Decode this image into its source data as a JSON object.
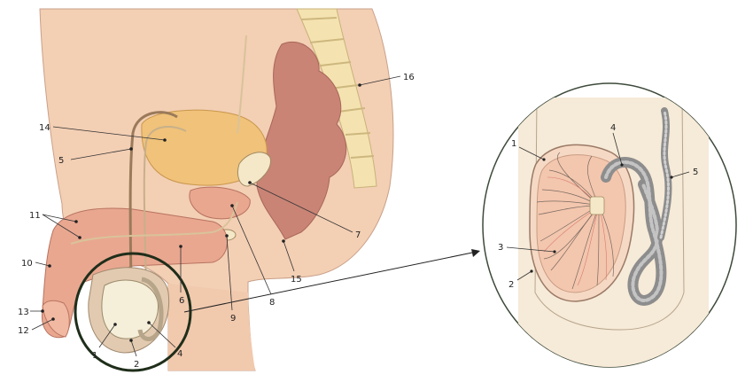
{
  "colors": {
    "skin": "#f3cfb4",
    "skin_dark": "#d9a88a",
    "bladder": "#f0c27a",
    "gland": "#f5e8c8",
    "penis": "#e9a790",
    "rectum": "#c98476",
    "spine": "#f4e3b0",
    "testis": "#f6d9c4",
    "epididymis": "#a9a9a9",
    "ring": "#1f2e1a",
    "inset_ring": "#3d4a3a"
  },
  "main_labels": {
    "l1": "1",
    "l2": "2",
    "l4": "4",
    "l5": "5",
    "l6": "6",
    "l7": "7",
    "l8": "8",
    "l9": "9",
    "l10": "10",
    "l11": "11",
    "l12": "12",
    "l13": "13",
    "l14": "14",
    "l15": "15",
    "l16": "16"
  },
  "inset_labels": {
    "i1": "1",
    "i2": "2",
    "i3": "3",
    "i4": "4",
    "i5": "5"
  }
}
